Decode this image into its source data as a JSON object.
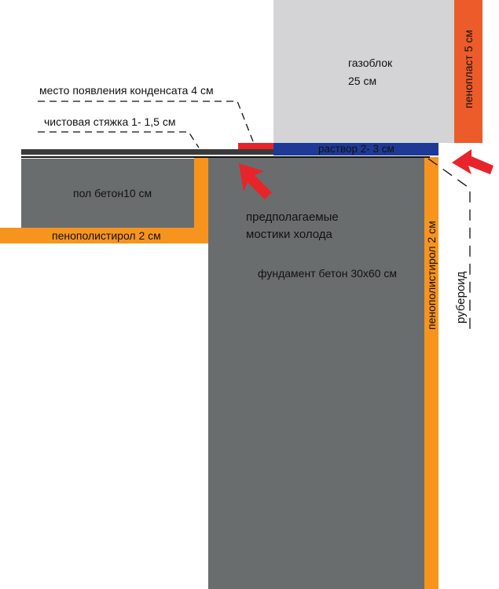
{
  "labels": {
    "gas_block_line1": "газоблок",
    "gas_block_line2": "25 см",
    "penoplast": "пенопласт 5 см",
    "condensate": "место появления конденсата 4 см",
    "screed": "чистовая стяжка 1- 1,5 см",
    "mortar": "раствор 2- 3 см",
    "floor": "пол бетон10 см",
    "eps_horizontal": "пенополистирол 2 см",
    "cold_bridges_line1": "предполагаемые",
    "cold_bridges_line2": "мостики холода",
    "foundation": "фундамент бетон 30х60 см",
    "eps_vertical": "пенополистирол 2 см",
    "ruberoid": "рубероид"
  },
  "colors": {
    "concrete": "#6a6d6e",
    "gas_block": "#d4d4d6",
    "penoplast": "#ec5b2a",
    "insulation": "#f7941d",
    "mortar": "#1e3a96",
    "condensate_mark": "#e8242b",
    "screed": "#3a3a3a",
    "arrow": "#e8242b"
  }
}
